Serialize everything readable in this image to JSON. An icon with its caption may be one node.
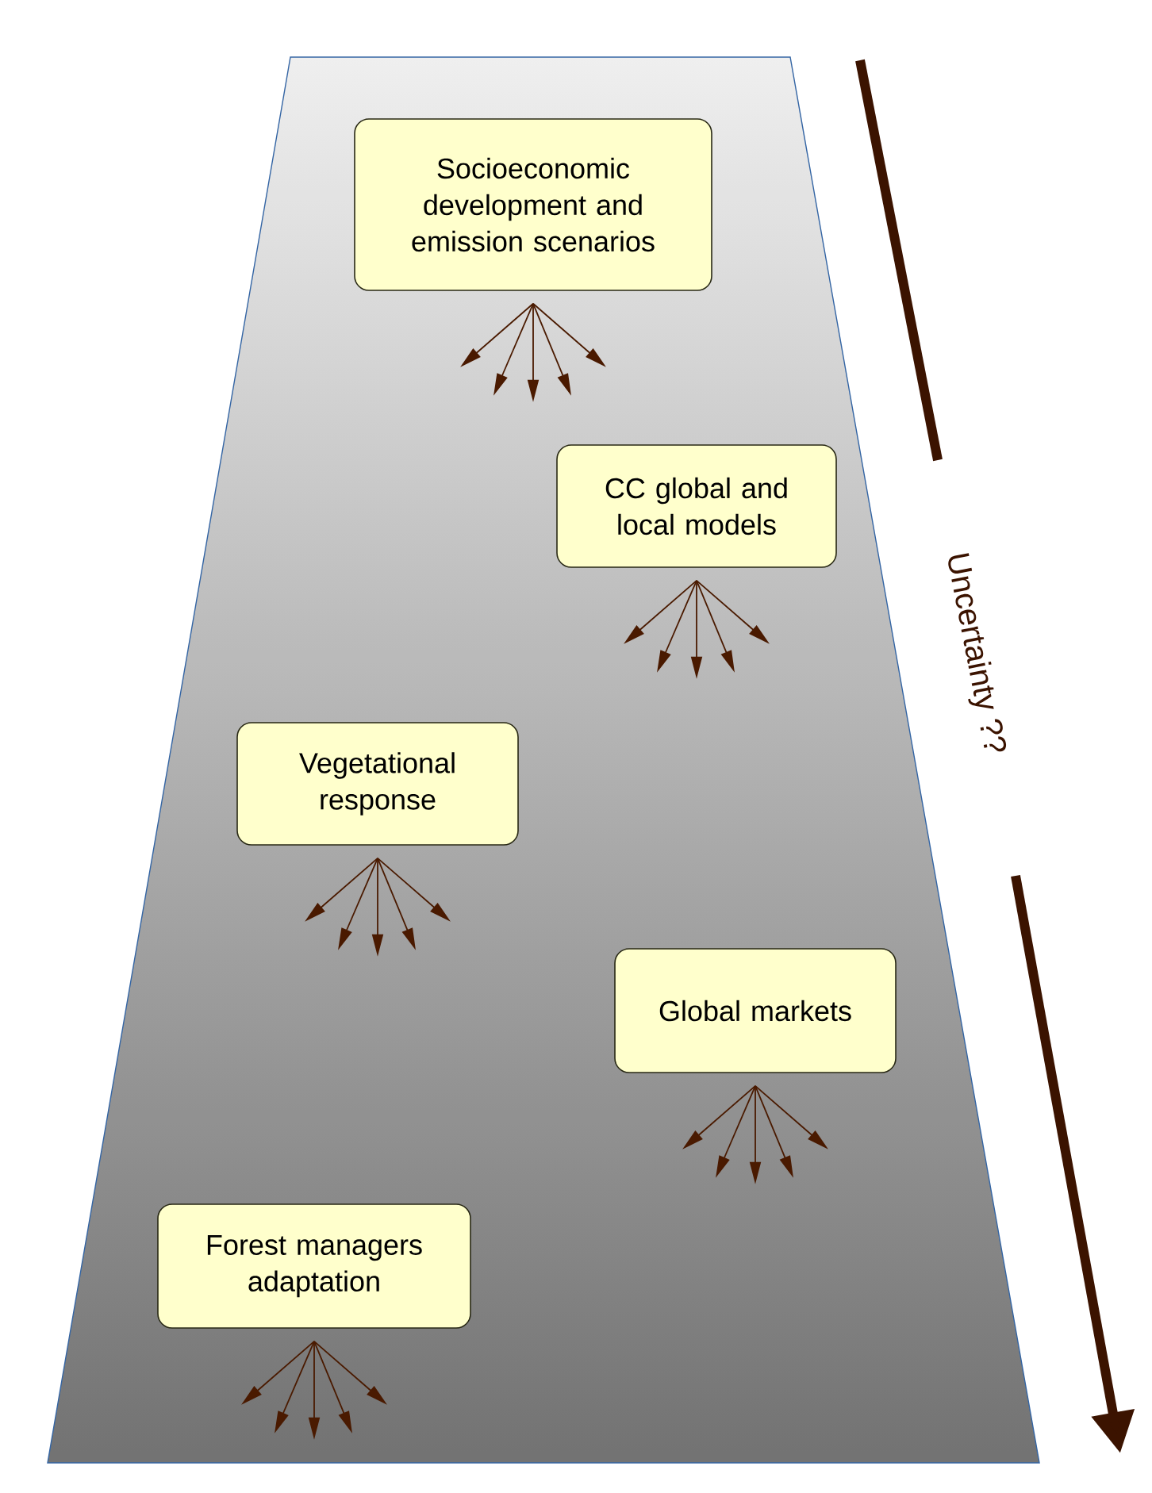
{
  "diagram": {
    "nodes": [
      {
        "text": [
          "Socioeconomic development and emission scenarios"
        ]
      },
      {
        "text": [
          "CC global and local models"
        ]
      },
      {
        "text": [
          "Vegetational response"
        ]
      },
      {
        "text": [
          "Global markets"
        ]
      },
      {
        "text": [
          "Forest managers adaptation"
        ]
      }
    ],
    "edges": [
      {
        "from": 0,
        "to": null,
        "arrow": "to"
      },
      {
        "from": 0,
        "to": null,
        "arrow": "to"
      },
      {
        "from": 0,
        "to": null,
        "arrow": "to"
      },
      {
        "from": 0,
        "to": null,
        "arrow": "to"
      },
      {
        "from": 0,
        "to": null,
        "arrow": "to"
      },
      {
        "from": 1,
        "to": null,
        "arrow": "to"
      },
      {
        "from": 1,
        "to": null,
        "arrow": "to"
      },
      {
        "from": 1,
        "to": null,
        "arrow": "to"
      },
      {
        "from": 1,
        "to": null,
        "arrow": "to"
      },
      {
        "from": 1,
        "to": null,
        "arrow": "to"
      },
      {
        "from": 2,
        "to": null,
        "arrow": "to"
      },
      {
        "from": 2,
        "to": null,
        "arrow": "to"
      },
      {
        "from": 2,
        "to": null,
        "arrow": "to"
      },
      {
        "from": 2,
        "to": null,
        "arrow": "to"
      },
      {
        "from": 2,
        "to": null,
        "arrow": "to"
      },
      {
        "from": 3,
        "to": null,
        "arrow": "to"
      },
      {
        "from": 3,
        "to": null,
        "arrow": "to"
      },
      {
        "from": 3,
        "to": null,
        "arrow": "to"
      },
      {
        "from": 3,
        "to": null,
        "arrow": "to"
      },
      {
        "from": 3,
        "to": null,
        "arrow": "to"
      },
      {
        "from": 4,
        "to": null,
        "arrow": "to"
      },
      {
        "from": 4,
        "to": null,
        "arrow": "to"
      },
      {
        "from": 4,
        "to": null,
        "arrow": "to"
      },
      {
        "from": 4,
        "to": null,
        "arrow": "to"
      },
      {
        "from": 4,
        "to": null,
        "arrow": "to"
      }
    ],
    "labels": [
      "Uncertainty ??"
    ]
  }
}
